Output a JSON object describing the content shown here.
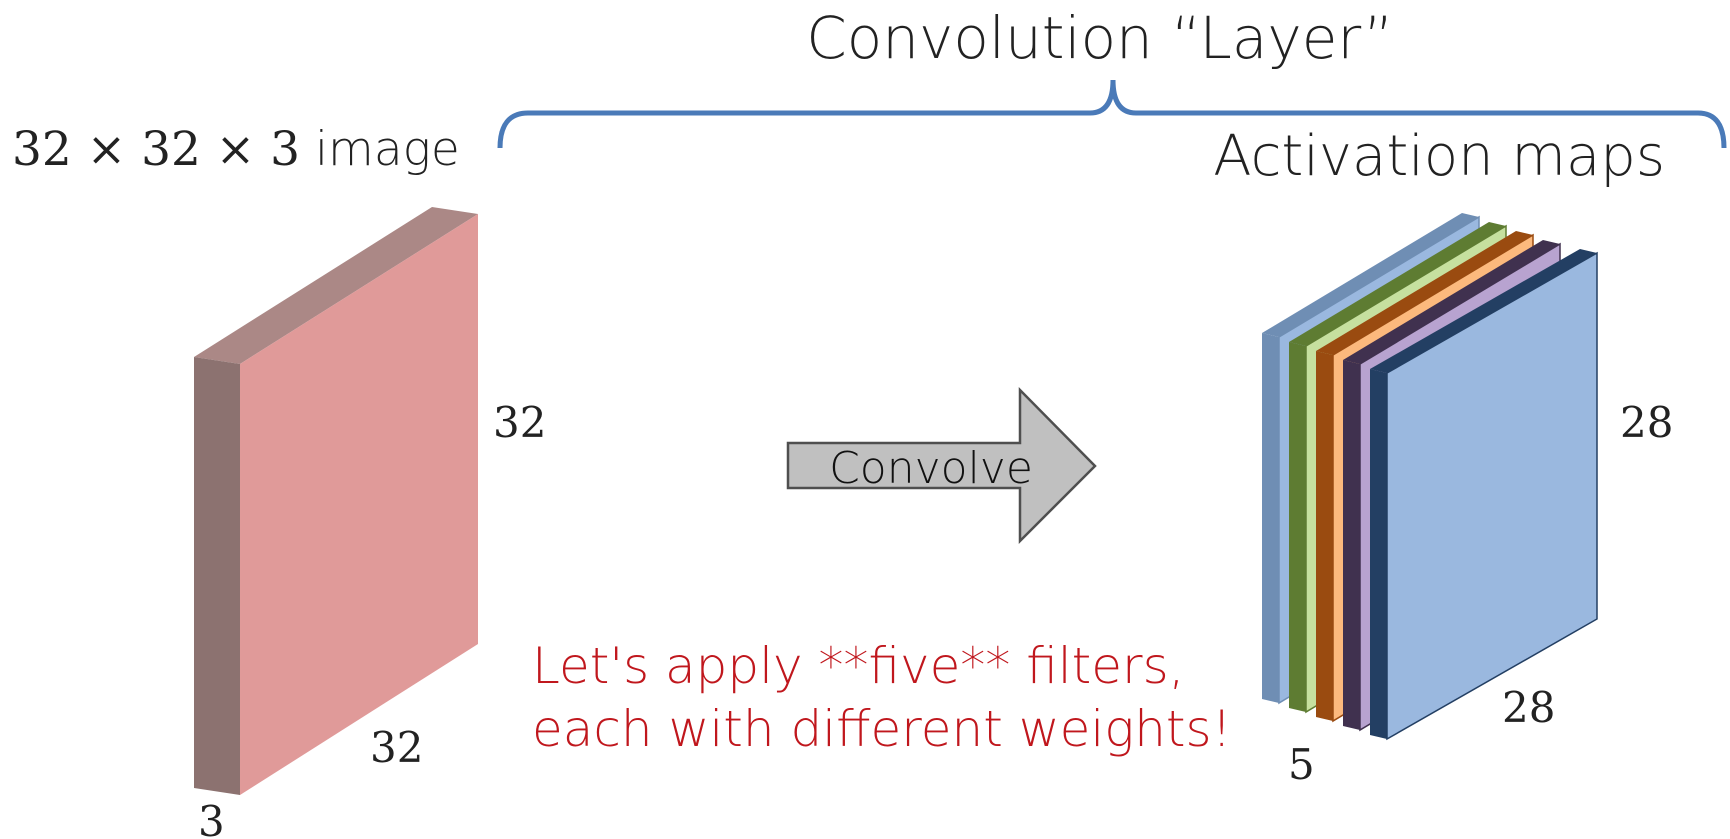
{
  "title": "Convolution “Layer”",
  "input": {
    "dims_label": "32 × 32 × 3",
    "suffix_label": " image",
    "height_label": "32",
    "width_label": "32",
    "depth_label": "3"
  },
  "arrow_label": "Convolve",
  "note_lines": [
    "Let's apply **five** filters,",
    "each with different weights!"
  ],
  "output": {
    "title": "Activation maps",
    "height_label": "28",
    "width_label": "28",
    "depth_label": "5"
  },
  "colors": {
    "text": "#222222",
    "brace": "#4a7ab8",
    "note": "#c0171d",
    "input_front": "#e09a99",
    "input_side": "#8c7270",
    "input_top": "#ab8886",
    "arrow_fill": "#c0c0c0",
    "maps": [
      {
        "side": "#6f8eb4",
        "front": "#9ab8df"
      },
      {
        "side": "#5e7c32",
        "front": "#c6e09f"
      },
      {
        "side": "#9a4b10",
        "front": "#fcb97d"
      },
      {
        "side": "#40314f",
        "front": "#b8a3d0"
      },
      {
        "side": "#233f63",
        "front": "#9ab8df"
      }
    ]
  }
}
